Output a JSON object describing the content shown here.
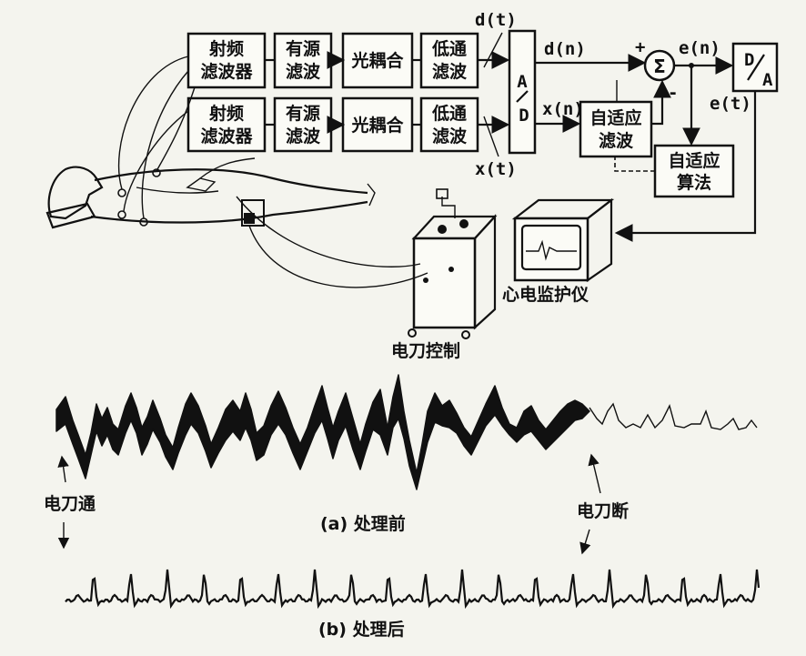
{
  "blocks": {
    "rf_filter_top": [
      "射频",
      "滤波器"
    ],
    "active_filter_top": [
      "有源",
      "滤波"
    ],
    "optocoupler_top": "光耦合",
    "lowpass_top": [
      "低通",
      "滤波"
    ],
    "rf_filter_bottom": [
      "射频",
      "滤波器"
    ],
    "active_filter_bottom": [
      "有源",
      "滤波"
    ],
    "optocoupler_bottom": "光耦合",
    "lowpass_bottom": [
      "低通",
      "滤波"
    ],
    "adc": [
      "A",
      "D"
    ],
    "adaptive_filter": [
      "自适应",
      "滤波"
    ],
    "adaptive_algorithm": [
      "自适应",
      "算法"
    ],
    "dac": [
      "D",
      "A"
    ],
    "summer": "Σ"
  },
  "signals": {
    "d_t": "d(t)",
    "x_t": "x(t)",
    "d_n": "d(n)",
    "x_n": "x(n)",
    "e_n": "e(n)",
    "e_t": "e(t)",
    "plus": "+",
    "minus": "-"
  },
  "devices": {
    "ecg_monitor": "心电监护仪",
    "knife_control": "电刀控制"
  },
  "waveforms": {
    "knife_on": "电刀通",
    "knife_off": "电刀断",
    "caption_a": "(a) 处理前",
    "caption_b": "(b) 处理后"
  },
  "colors": {
    "ink": "#111111",
    "paper": "#f4f4ee"
  }
}
